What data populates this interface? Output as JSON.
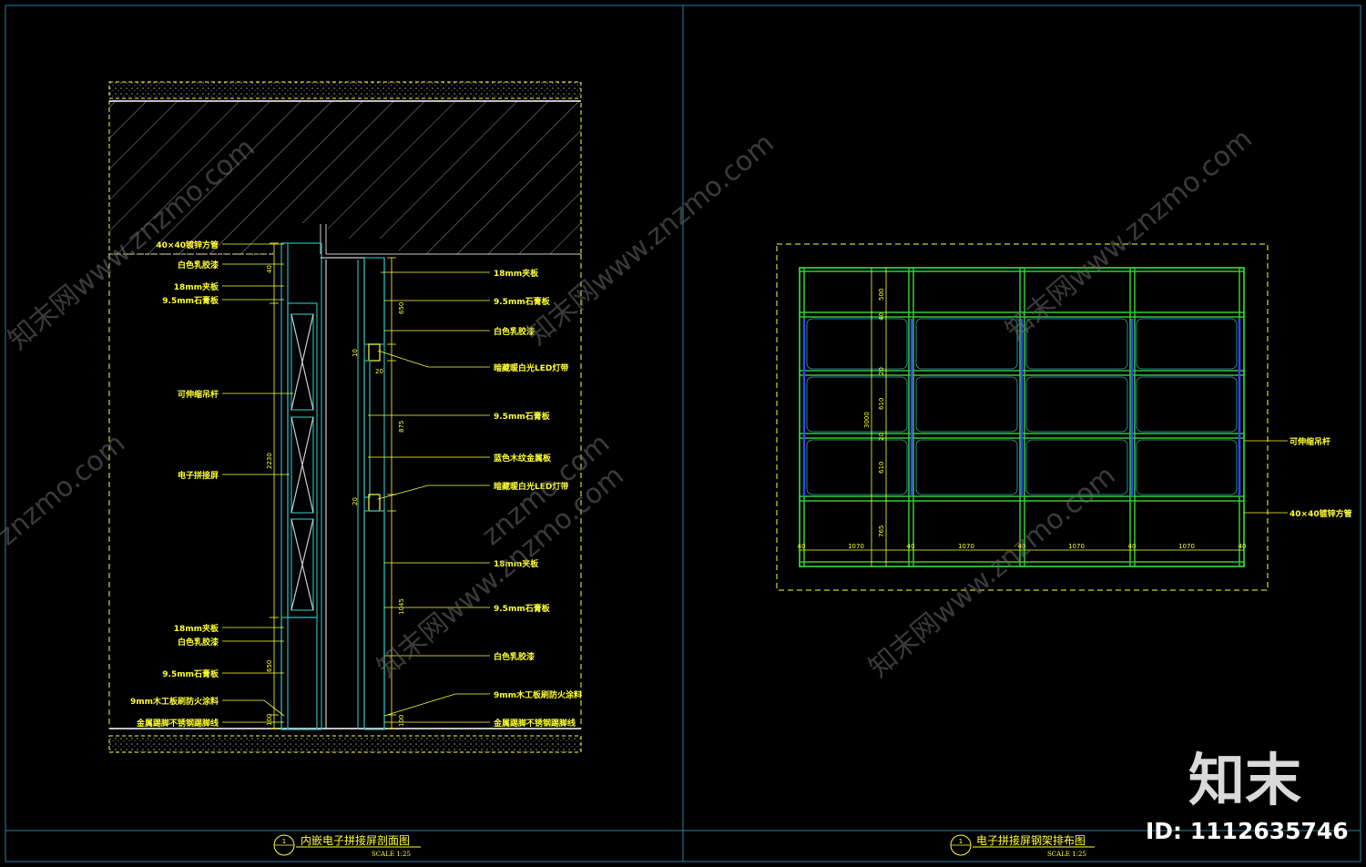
{
  "left_drawing": {
    "title": "内嵌电子拼接屏剖面图",
    "scale": "SCALE  1:25",
    "marker": "1",
    "left_labels": [
      "40×40镀锌方管",
      "白色乳胶漆",
      "18mm夹板",
      "9.5mm石膏板",
      "可伸缩吊杆",
      "电子拼接屏",
      "18mm夹板",
      "白色乳胶漆",
      "9.5mm石膏板",
      "9mm木工板刷防火涂料",
      "金属踢脚不锈钢踢脚线"
    ],
    "right_labels": [
      "18mm夹板",
      "9.5mm石膏板",
      "白色乳胶漆",
      "暗藏暖白光LED灯带",
      "9.5mm石膏板",
      "蓝色木纹金属板",
      "暗藏暖白光LED灯带",
      "18mm夹板",
      "9.5mm石膏板",
      "白色乳胶漆",
      "9mm木工板刷防火涂料",
      "金属踢脚不锈钢踢脚线"
    ],
    "dims_left": [
      "40",
      "2230",
      "650",
      "100"
    ],
    "dims_right": [
      "650",
      "10",
      "20",
      "875",
      "20",
      "1045",
      "100"
    ]
  },
  "right_drawing": {
    "title": "电子拼接屏钢架排布图",
    "scale": "SCALE  1:25",
    "marker": "1",
    "labels": [
      "可伸缩吊杆",
      "40×40镀锌方管"
    ],
    "dims_vertical": [
      "3000",
      "500",
      "40",
      "20",
      "610",
      "20",
      "610",
      "765"
    ],
    "dims_bottom": [
      "40",
      "1070",
      "40",
      "1070",
      "40",
      "1070",
      "40",
      "1070",
      "40"
    ]
  },
  "watermarks": [
    "知末网www.znzmo.com",
    "www.znzmo.com",
    "znzmo.com"
  ],
  "brand": {
    "logo_text": "知末",
    "image_id": "ID: 1112635746"
  },
  "colors": {
    "annotation": "#ffff33",
    "frame": "#2a7fa0",
    "steel_frame": "#33cc33",
    "screen_columns": "#3344ff",
    "section_lines": "#2bb3b3"
  }
}
